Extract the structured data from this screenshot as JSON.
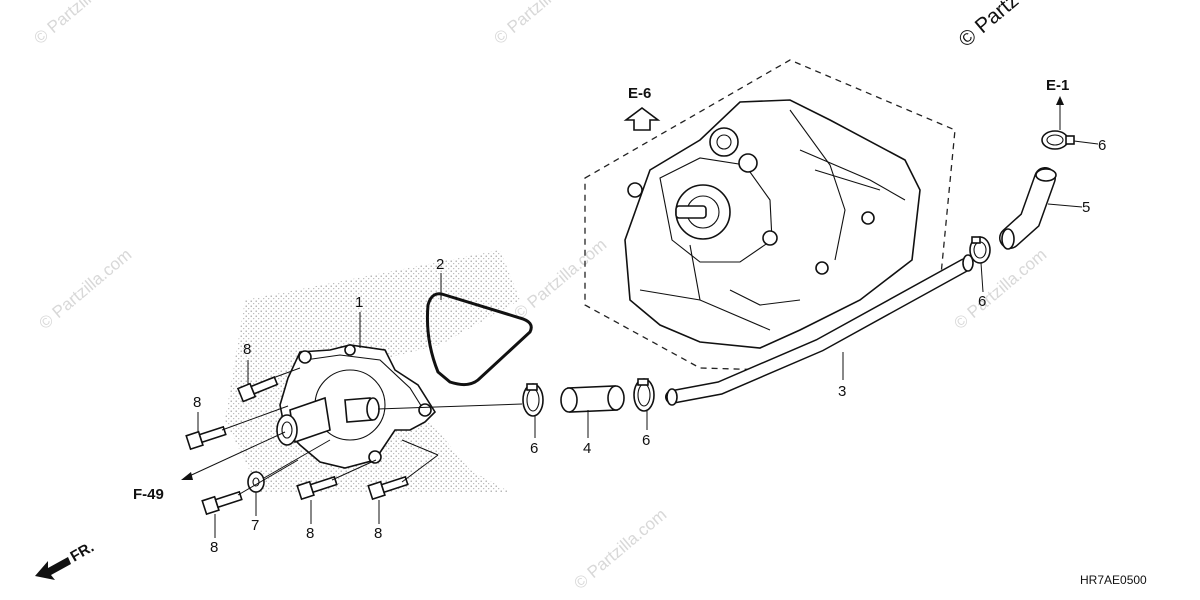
{
  "watermarks": [
    "© Partzilla.com",
    "© Partzilla.com",
    "© Partzilla.com",
    "© Partzilla.com",
    "© Partzilla.com",
    "© Partzilla.com"
  ],
  "copyright_corner": "© Partz",
  "refs": {
    "e6": "E-6",
    "e1": "E-1",
    "f49": "F-49",
    "fr": "FR."
  },
  "callouts": {
    "n1": "1",
    "n2": "2",
    "n3": "3",
    "n4": "4",
    "n5": "5",
    "n6a": "6",
    "n6b": "6",
    "n6c": "6",
    "n6d": "6",
    "n7": "7",
    "n8a": "8",
    "n8b": "8",
    "n8c": "8",
    "n8d": "8",
    "n8e": "8"
  },
  "diagram_code": "HR7AE0500"
}
